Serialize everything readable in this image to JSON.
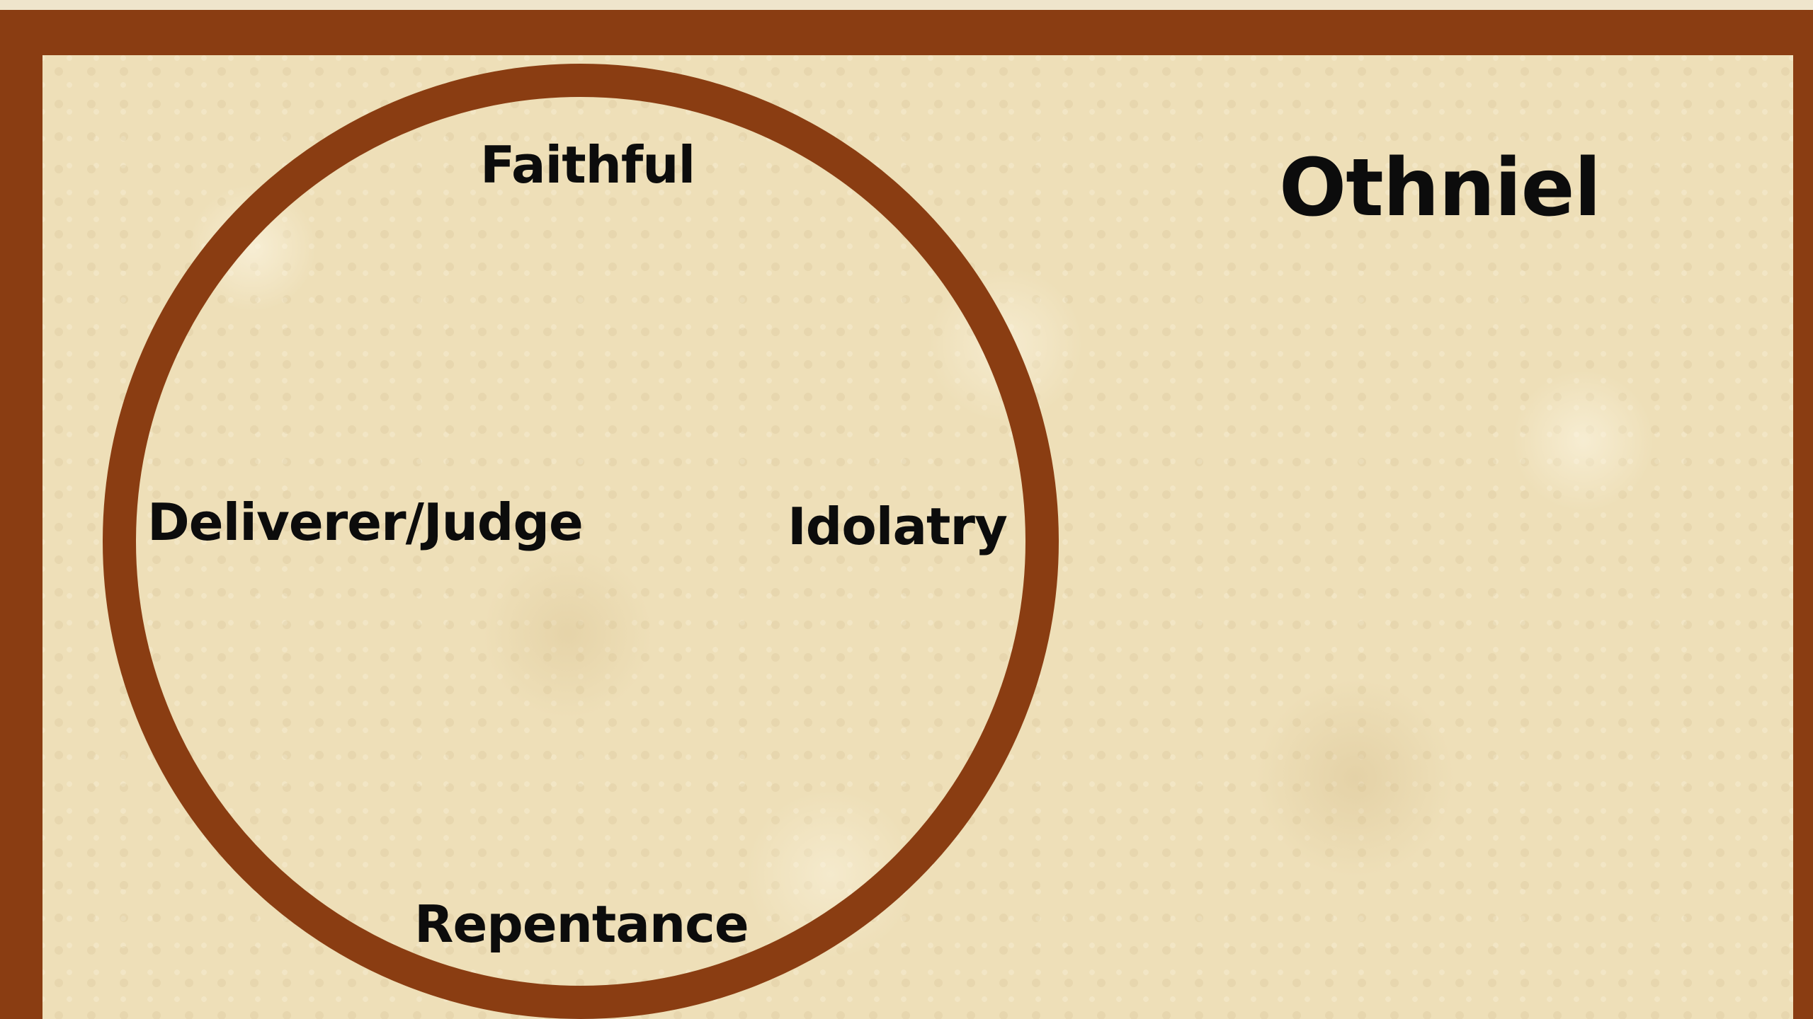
{
  "slide": {
    "title": "Othniel",
    "colors": {
      "frame": "#8a3d12",
      "background": "#eedfb8",
      "text": "#0c0c0c"
    }
  },
  "cycle": {
    "top": "Faithful",
    "right": "Idolatry",
    "bottom": "Repentance",
    "left": "Deliverer/Judge"
  }
}
